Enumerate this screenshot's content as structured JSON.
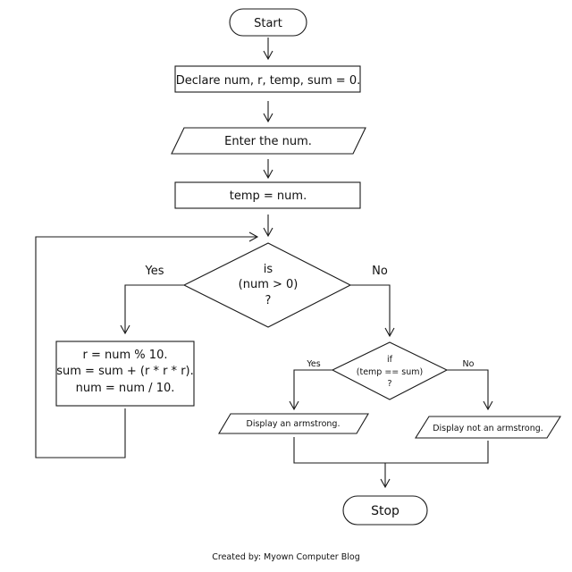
{
  "flowchart": {
    "start": "Start",
    "declare": "Declare num, r, temp, sum = 0.",
    "input": "Enter the num.",
    "assign": "temp = num.",
    "loop_decision": {
      "line1": "is",
      "line2": "(num > 0)",
      "line3": "?"
    },
    "loop_yes": "Yes",
    "loop_no": "No",
    "body": {
      "line1": "r = num % 10.",
      "line2": "sum = sum + (r * r * r).",
      "line3": "num = num / 10."
    },
    "check_decision": {
      "line1": "if",
      "line2": "(temp == sum)",
      "line3": "?"
    },
    "check_yes": "Yes",
    "check_no": "No",
    "out_yes": "Display an armstrong.",
    "out_no": "Display not an armstrong.",
    "stop": "Stop"
  },
  "footer": {
    "credit": "Created by: Myown Computer Blog"
  }
}
